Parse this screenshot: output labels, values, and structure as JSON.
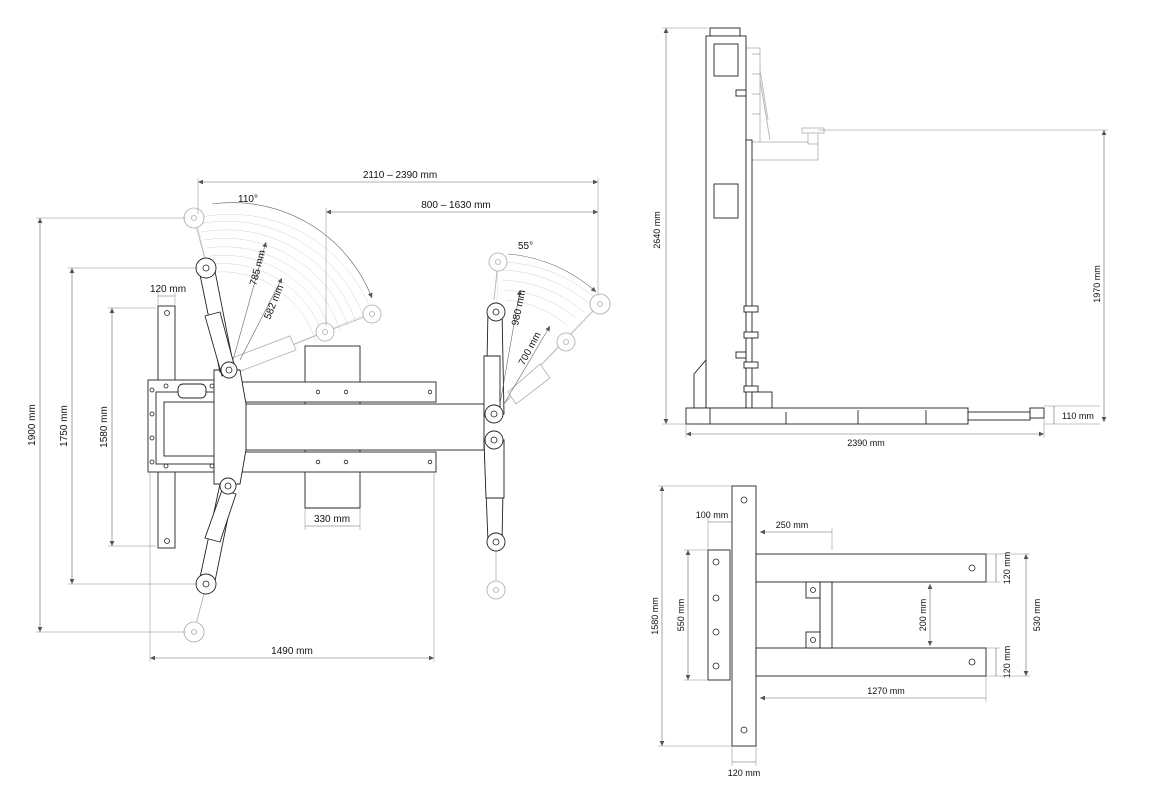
{
  "top_view": {
    "dims": {
      "total_width": "2110 – 2390 mm",
      "reach": "800 – 1630 mm",
      "angle_left": "110°",
      "angle_right": "55°",
      "arm_long_left": "785 mm",
      "arm_short_left": "582 mm",
      "arm_long_right": "980 mm",
      "arm_short_right": "700 mm",
      "plate_width": "120 mm",
      "height_outer": "1900 mm",
      "height_mid": "1750 mm",
      "height_inner": "1580 mm",
      "pad_width": "330 mm",
      "base_length": "1490 mm"
    }
  },
  "side_view": {
    "dims": {
      "height": "2640 mm",
      "lift_height": "1970 mm",
      "length": "2390 mm",
      "ground": "110 mm"
    }
  },
  "base_view": {
    "dims": {
      "plate_offset": "100 mm",
      "bracket_offset": "250 mm",
      "plate_height": "1580 mm",
      "inner_plate_height": "550 mm",
      "arm_gap": "200 mm",
      "arm_top": "120 mm",
      "arm_bottom": "120 mm",
      "overall_arm": "530 mm",
      "arm_length": "1270 mm",
      "bottom_width": "120 mm"
    }
  }
}
